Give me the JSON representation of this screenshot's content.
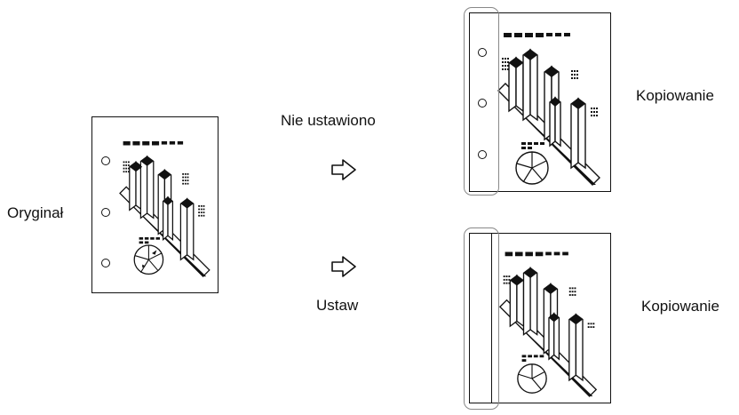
{
  "labels": {
    "original": "Oryginał",
    "not_set": "Nie ustawiono",
    "set": "Ustaw",
    "copy_top": "Kopiowanie",
    "copy_bottom": "Kopiowanie"
  },
  "icons": {
    "arrow": "hollow-right-arrow-icon",
    "hole": "punch-hole-icon"
  },
  "colors": {
    "ink": "#111111",
    "bracket": "#888888"
  }
}
